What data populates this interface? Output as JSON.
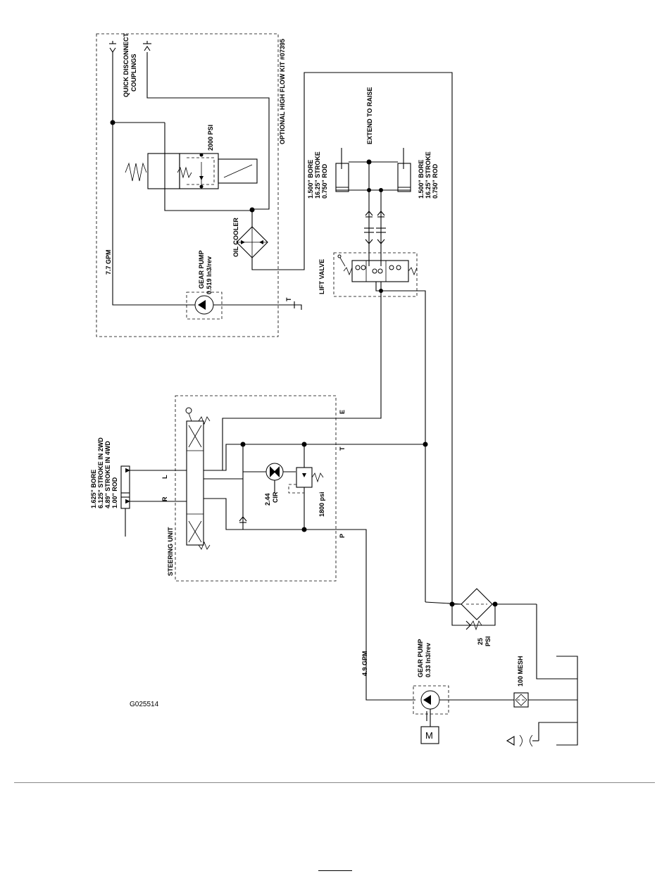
{
  "labels": {
    "quick_disconnect": "QUICK DISCONNECT",
    "couplings": "COUPLINGS",
    "optional_kit": "OPTIONAL HIGH FLOW KIT #07395",
    "relief_2000": "2000 PSI",
    "oil_cooler": "OIL COOLER",
    "gpm_77": "7.7 GPM",
    "gear_pump_1": "GEAR PUMP",
    "gear_pump_1_disp": "0.519 In3/rev",
    "port_t_top": "T",
    "extend_to_raise": "EXTEND TO RAISE",
    "cyl_left_1": "1.500\" BORE",
    "cyl_left_2": "16.25\" STROKE",
    "cyl_left_3": "0.750\" ROD",
    "cyl_right_1": "1.500\" BORE",
    "cyl_right_2": "16.25\" STROKE",
    "cyl_right_3": "0.750\" ROD",
    "lift_valve": "LIFT VALVE",
    "steer_cyl_1": "1.625\" BORE",
    "steer_cyl_2": "6.125\" STROKE IN 2WD",
    "steer_cyl_3": "4.89\" STROKE IN 4WD",
    "steer_cyl_4": "1.00\" ROD",
    "port_l": "L",
    "port_r": "R",
    "steering_unit": "STEERING UNIT",
    "motor_disp": "2.44",
    "motor_unit": "CIR",
    "relief_1800": "1800 psi",
    "port_e": "E",
    "port_t_mid": "T",
    "port_p": "P",
    "filter_bypass_1": "25",
    "filter_bypass_2": "PSI",
    "gpm_49": "4.9 GPM",
    "gear_pump_2": "GEAR PUMP",
    "gear_pump_2_disp": "0.33 In3/rev",
    "strainer": "100 MESH",
    "figure_id": "G025514",
    "motor_symbol": "M"
  },
  "icons": [
    "gear-pump-symbol",
    "check-valve-symbol",
    "filter-symbol",
    "oil-cooler-symbol",
    "reservoir-symbol",
    "spring-symbol",
    "solenoid-symbol",
    "motor-symbol"
  ]
}
